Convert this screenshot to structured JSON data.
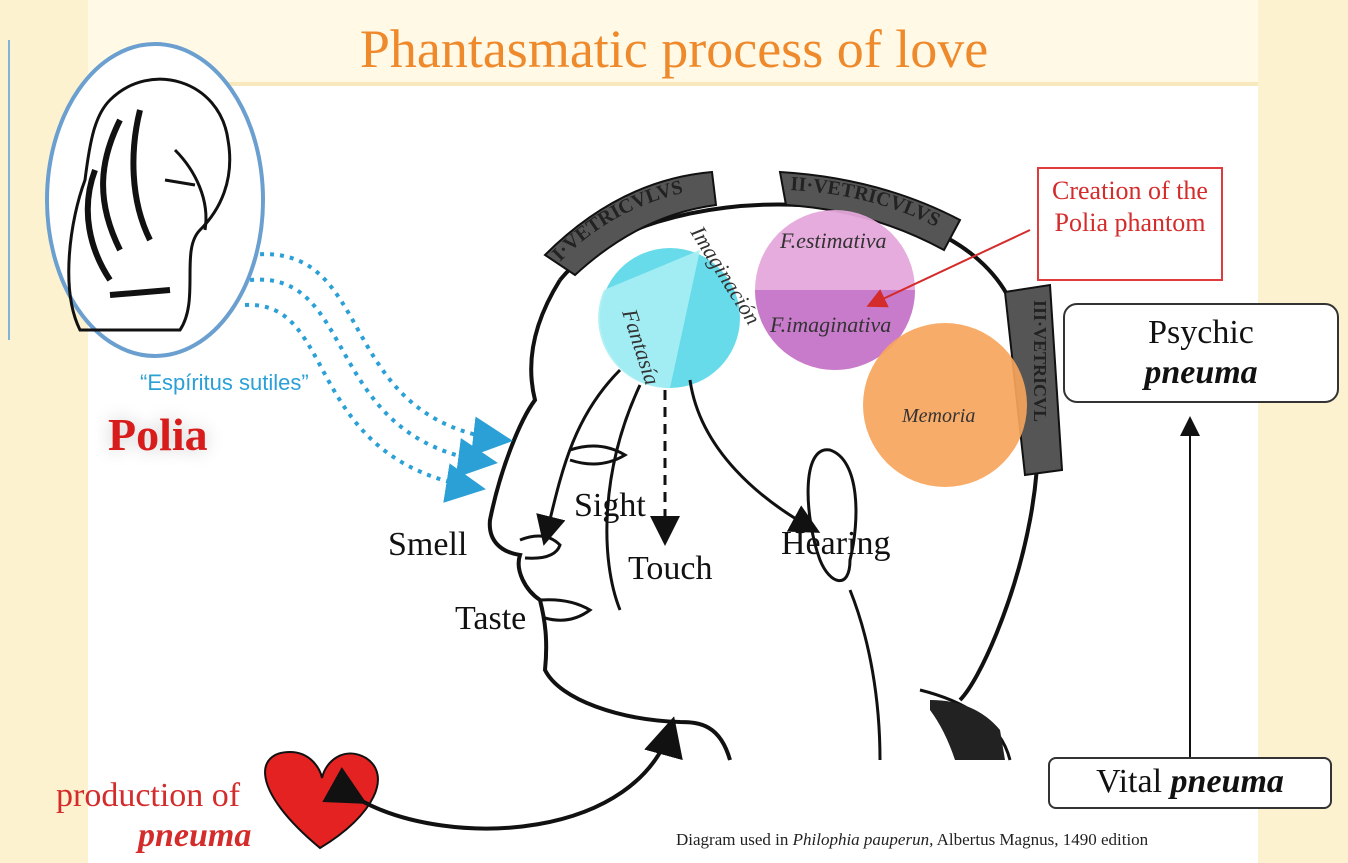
{
  "title": "Phantasmatic process of love",
  "portrait": {
    "name": "Polia",
    "flow_label": "“Espíritus sutiles”"
  },
  "ventricles": [
    "I·VETRICVLVS",
    "II·VETRICVLVS",
    "III·VETRICVL"
  ],
  "faculties": {
    "fantasia": "Fantasía",
    "imaginacion": "Imaginación",
    "estimativa": "F.estimativa",
    "imaginativa": "F.imaginativa",
    "memoria": "Memoria"
  },
  "colors": {
    "title": "#ee8a2c",
    "imaginacion": "#5fd9e8",
    "fantasia": "#a9eef4",
    "estimativa": "#e6a8dc",
    "imaginativa": "#c778c9",
    "memoria": "#f7a55c",
    "accent_red": "#d42b2b",
    "spirit_blue": "#2aa0d6"
  },
  "senses": {
    "smell": "Smell",
    "sight": "Sight",
    "touch": "Touch",
    "hearing": "Hearing",
    "taste": "Taste"
  },
  "callout": "Creation of the Polia phantom",
  "psychic": {
    "line1": "Psychic",
    "line2": "pneuma"
  },
  "vital": {
    "word": "Vital",
    "emph": "pneuma"
  },
  "production": {
    "line1": "production of",
    "line2": "pneuma"
  },
  "caption": {
    "prefix": "Diagram used in ",
    "work": "Philophia pauperun,",
    "suffix": " Albertus Magnus, 1490 edition"
  }
}
